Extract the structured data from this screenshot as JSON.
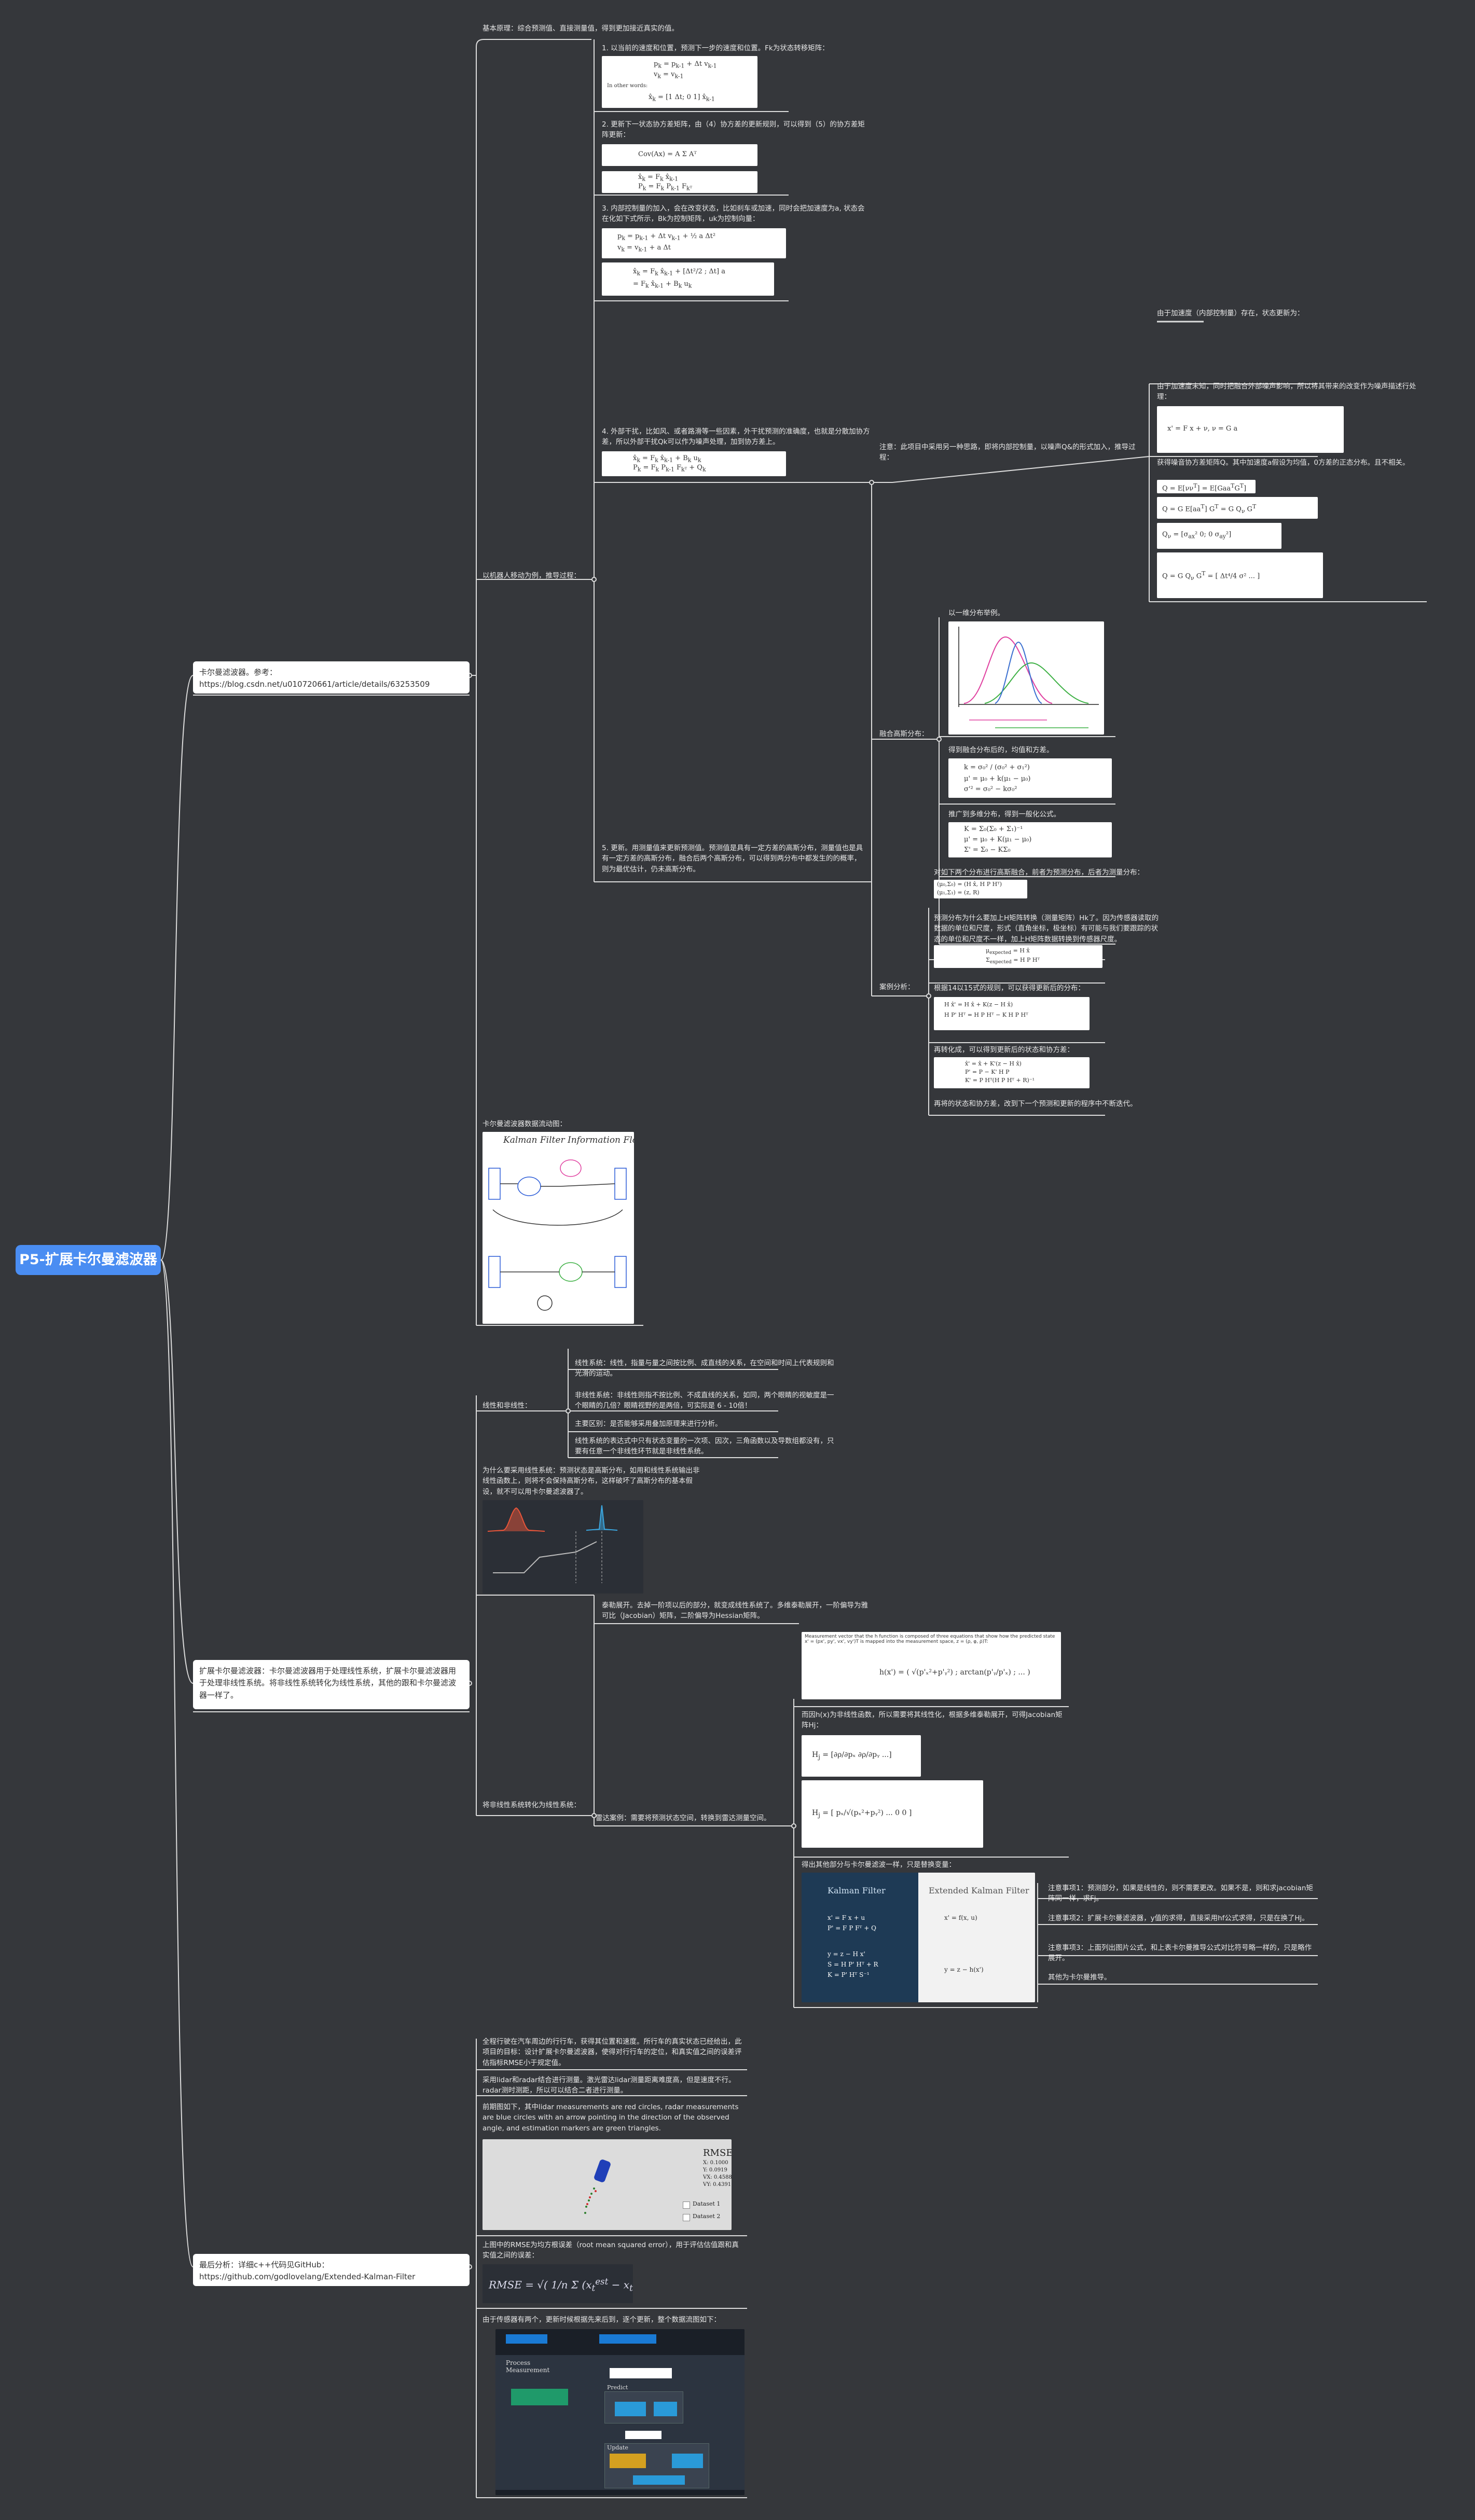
{
  "root": {
    "title": "P5-扩展卡尔曼滤波器"
  },
  "branches": [
    {
      "text": "卡尔曼滤波器。参考：https://blog.csdn.net/u010720661/article/details/63253509"
    },
    {
      "text": "扩展卡尔曼滤波器：卡尔曼滤波器用于处理线性系统，扩展卡尔曼滤波器用于处理非线性系统。将非线性系统转化为线性系统，其他的跟和卡尔曼滤波器一样了。"
    },
    {
      "text": "最后分析：详细c++代码见GitHub：https://github.com/godlovelang/Extended-Kalman-Filter"
    }
  ],
  "kf": {
    "basic": "基本原理：综合预测值、直接测量值，得到更加接近真实的值。",
    "example_label": "以机器人移动为例，推导过程：",
    "step1": "1. 以当前的速度和位置，预测下一步的速度和位置。Fk为状态转移矩阵：",
    "step2": "2. 更新下一状态协方差矩阵，由（4）协方差的更新规则，可以得到（5）的协方差矩阵更新：",
    "step3": "3. 内部控制量的加入，会在改变状态，比如刹车或加速，同时会把加速度为a, 状态会在化如下式所示，Bk为控制矩阵，uk为控制向量：",
    "step4": "4. 外部干扰，比如风、或者路滑等一些因素，外干扰预测的准确度，也就是分散加协方差，所以外部干扰Qk可以作为噪声处理，加到协方差上。",
    "note": "注意：此项目中采用另一种思路，即将内部控制量，以噪声Q&的形式加入，推导过程：",
    "accel_note": "由于加速度（内部控制量）存在，状态更新为：",
    "accel_desc": "由于加速度未知，同时把融合外部噪声影响，所以将其带来的改变作为噪声描述行处理：",
    "process_noise": "获得噪音协方差矩阵Q。其中加速度a假设为均值，0方差的正态分布。且不相关。",
    "step5": "5. 更新。用测量值来更新预测值。预测值是具有一定方差的高斯分布，测量值也是具有一定方差的高斯分布，融合后两个高斯分布，可以得到两分布中都发生的的概率，则为最优估计，仍未高斯分布。",
    "gauss_label": "融合高斯分布：",
    "gauss_1": "以一维分布举例。",
    "gauss_2": "得到融合分布后的，均值和方差。",
    "gauss_3": "推广到多维分布，得到一般化公式。",
    "gauss_4": "对如下两个分布进行高斯融合，前者为预测分布，后者为测量分布：",
    "case_label": "案例分析：",
    "case_1": "预测分布为什么要加上H矩阵转换（测量矩阵）Hk了。因为传感器读取的数据的单位和尺度，形式（直角坐标，极坐标）有可能与我们要跟踪的状态的单位和尺度不一样，加上H矩阵数据转换到传感器尺度。",
    "case_2": "根据14以15式的规则，可以获得更新后的分布：",
    "case_3": "再转化成，可以得到更新后的状态和协方差：",
    "case_4": "再将的状态和协方差，改到下一个预测和更新的程序中不断迭代。",
    "flow_label": "卡尔曼滤波器数据流动图：",
    "flow_title": "Kalman Filter Information Flow"
  },
  "ekf": {
    "linear_label": "线性和非线性：",
    "lin_1": "线性系统：线性，指量与量之间按比例、成直线的关系，在空间和时间上代表规则和光滑的运动。",
    "lin_2": "非线性系统：非线性则指不按比例、不成直线的关系，如同，两个眼睛的视敏度是一个眼睛的几倍？眼睛视野的是两倍，可实际是 6 - 10倍！",
    "lin_3": "主要区别：是否能够采用叠加原理来进行分析。",
    "lin_4": "线性系统的表达式中只有状态变量的一次项、因次，三角函数以及导数组都没有，只要有任意一个非线性环节就是非线性系统。",
    "why": "为什么要采用线性系统：预测状态是高斯分布，如用和线性系统输出非线性函数上，则将不会保持高斯分布，这样破坏了高斯分布的基本假设，就不可以用卡尔曼滤波器了。",
    "convert_label": "将非线性系统转化为线性系统：",
    "taylor": "泰勒展开。去掉一阶项以后的部分，就变成线性系统了。多维泰勒展开，一阶偏导为雅可比（Jacobian）矩阵，二阶偏导为Hessian矩阵。",
    "case_label": "雷达案例：需要将预测状态空间，转换到雷达测量空间。",
    "radar_desc": "Measurement vector that the h function is composed of three equations that show how the predicted state x' = (px', py', vx', vy')T is mapped into the measurement space, z = (ρ, φ, ρ̇)T:",
    "jacobian_note": "而因h(x)为非线性函数，所以需要将其线性化，根据多维泰勒展开，可得Jacobian矩阵Hj：",
    "compare_label": "得出其他部分与卡尔曼滤波一样，只是替换变量：",
    "kf_title": "Kalman Filter",
    "ekf_title": "Extended Kalman Filter",
    "ek_1": "注意事项1：预测部分，如果是线性的，则不需要更改。如果不是，则和求jacobian矩阵同一样，求Fj。",
    "ek_2": "注意事项2：扩展卡尔曼滤波器，y值的求得，直接采用hf公式求得，只是在换了Hj。",
    "ek_3": "注意事项3：上面列出图片公式，和上表卡尔曼推导公式对比符号略一样的，只是略作展开。",
    "ek_4": "其他为卡尔曼推导。"
  },
  "final": {
    "intro": "全程行驶在汽车周边的行行车，获得其位置和速度。所行车的真实状态已经给出，此项目的目标：设计扩展卡尔曼滤波器，使得对行行车的定位，和真实值之间的误差评估指标RMSE小于规定值。",
    "sensor": "采用lidar和radar结合进行测量。激光雷达lidar测量距离难度高，但是速度不行。radar测时测距，所以可以结合二者进行测量。",
    "viz": "前期图如下，其中lidar measurements are red circles, radar measurements are blue circles with an arrow pointing in the direction of the observed angle, and estimation markers are green triangles.",
    "rmse_text": "上图中的RMSE为均方根误差（root mean squared error），用于评估估值跟和真实值之间的误差：",
    "rmse_title": "RMSE",
    "rmse_vals": [
      "X: 0.1000",
      "Y: 0.0919",
      "VX: 0.4588",
      "VY: 0.4391"
    ],
    "dataset1": "Dataset 1",
    "dataset2": "Dataset 2",
    "flow_text": "由于传感器有两个，更新时候根据先来后到，逐个更新，整个数据流图如下：",
    "flow_box1": "Process Measurement",
    "flow_box2": "Predict",
    "flow_box3": "Update"
  },
  "colors": {
    "root": "#4a8df2",
    "canvas": "#35373b",
    "line": "#dcdcdc"
  }
}
